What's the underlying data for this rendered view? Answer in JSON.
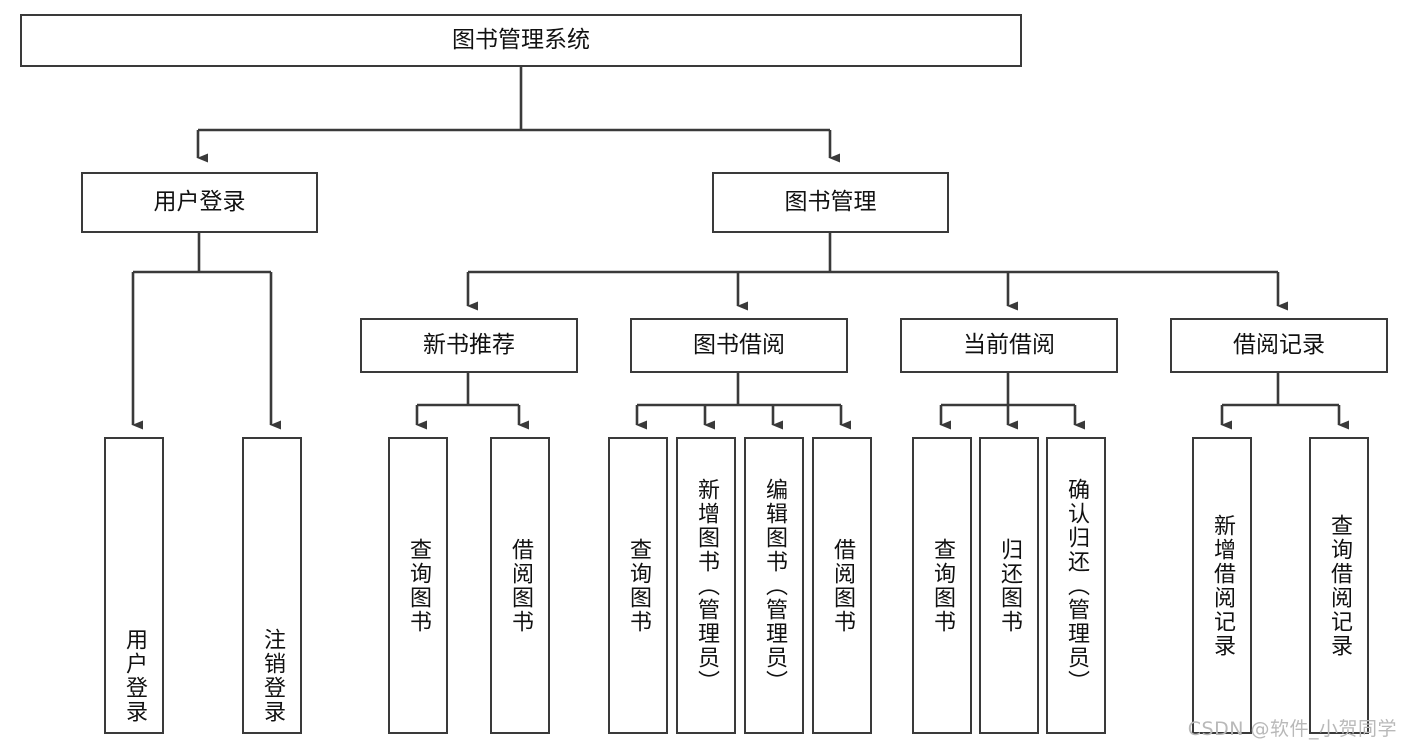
{
  "diagram": {
    "title": "图书管理系统",
    "type": "tree-hierarchy",
    "stroke_color": "#3a3a3a",
    "text_color": "#111111",
    "background_color": "#ffffff"
  },
  "nodes": {
    "root": {
      "label": "图书管理系统"
    },
    "level2": [
      {
        "label": "用户登录"
      },
      {
        "label": "图书管理"
      }
    ],
    "level3": [
      {
        "label": "新书推荐"
      },
      {
        "label": "图书借阅"
      },
      {
        "label": "当前借阅"
      },
      {
        "label": "借阅记录"
      }
    ],
    "leaves_user_login": [
      {
        "label": "用户登录"
      },
      {
        "label": "注销登录"
      }
    ],
    "leaves_new_book": [
      {
        "label": "查询图书"
      },
      {
        "label": "借阅图书"
      }
    ],
    "leaves_borrow": [
      {
        "label": "查询图书"
      },
      {
        "label": "新增图书（管理员）"
      },
      {
        "label": "编辑图书（管理员）"
      },
      {
        "label": "借阅图书"
      }
    ],
    "leaves_current": [
      {
        "label": "查询图书"
      },
      {
        "label": "归还图书"
      },
      {
        "label": "确认归还（管理员）"
      }
    ],
    "leaves_records": [
      {
        "label": "新增借阅记录"
      },
      {
        "label": "查询借阅记录"
      }
    ]
  },
  "watermark": {
    "text": "CSDN @软件_小贺同学"
  }
}
